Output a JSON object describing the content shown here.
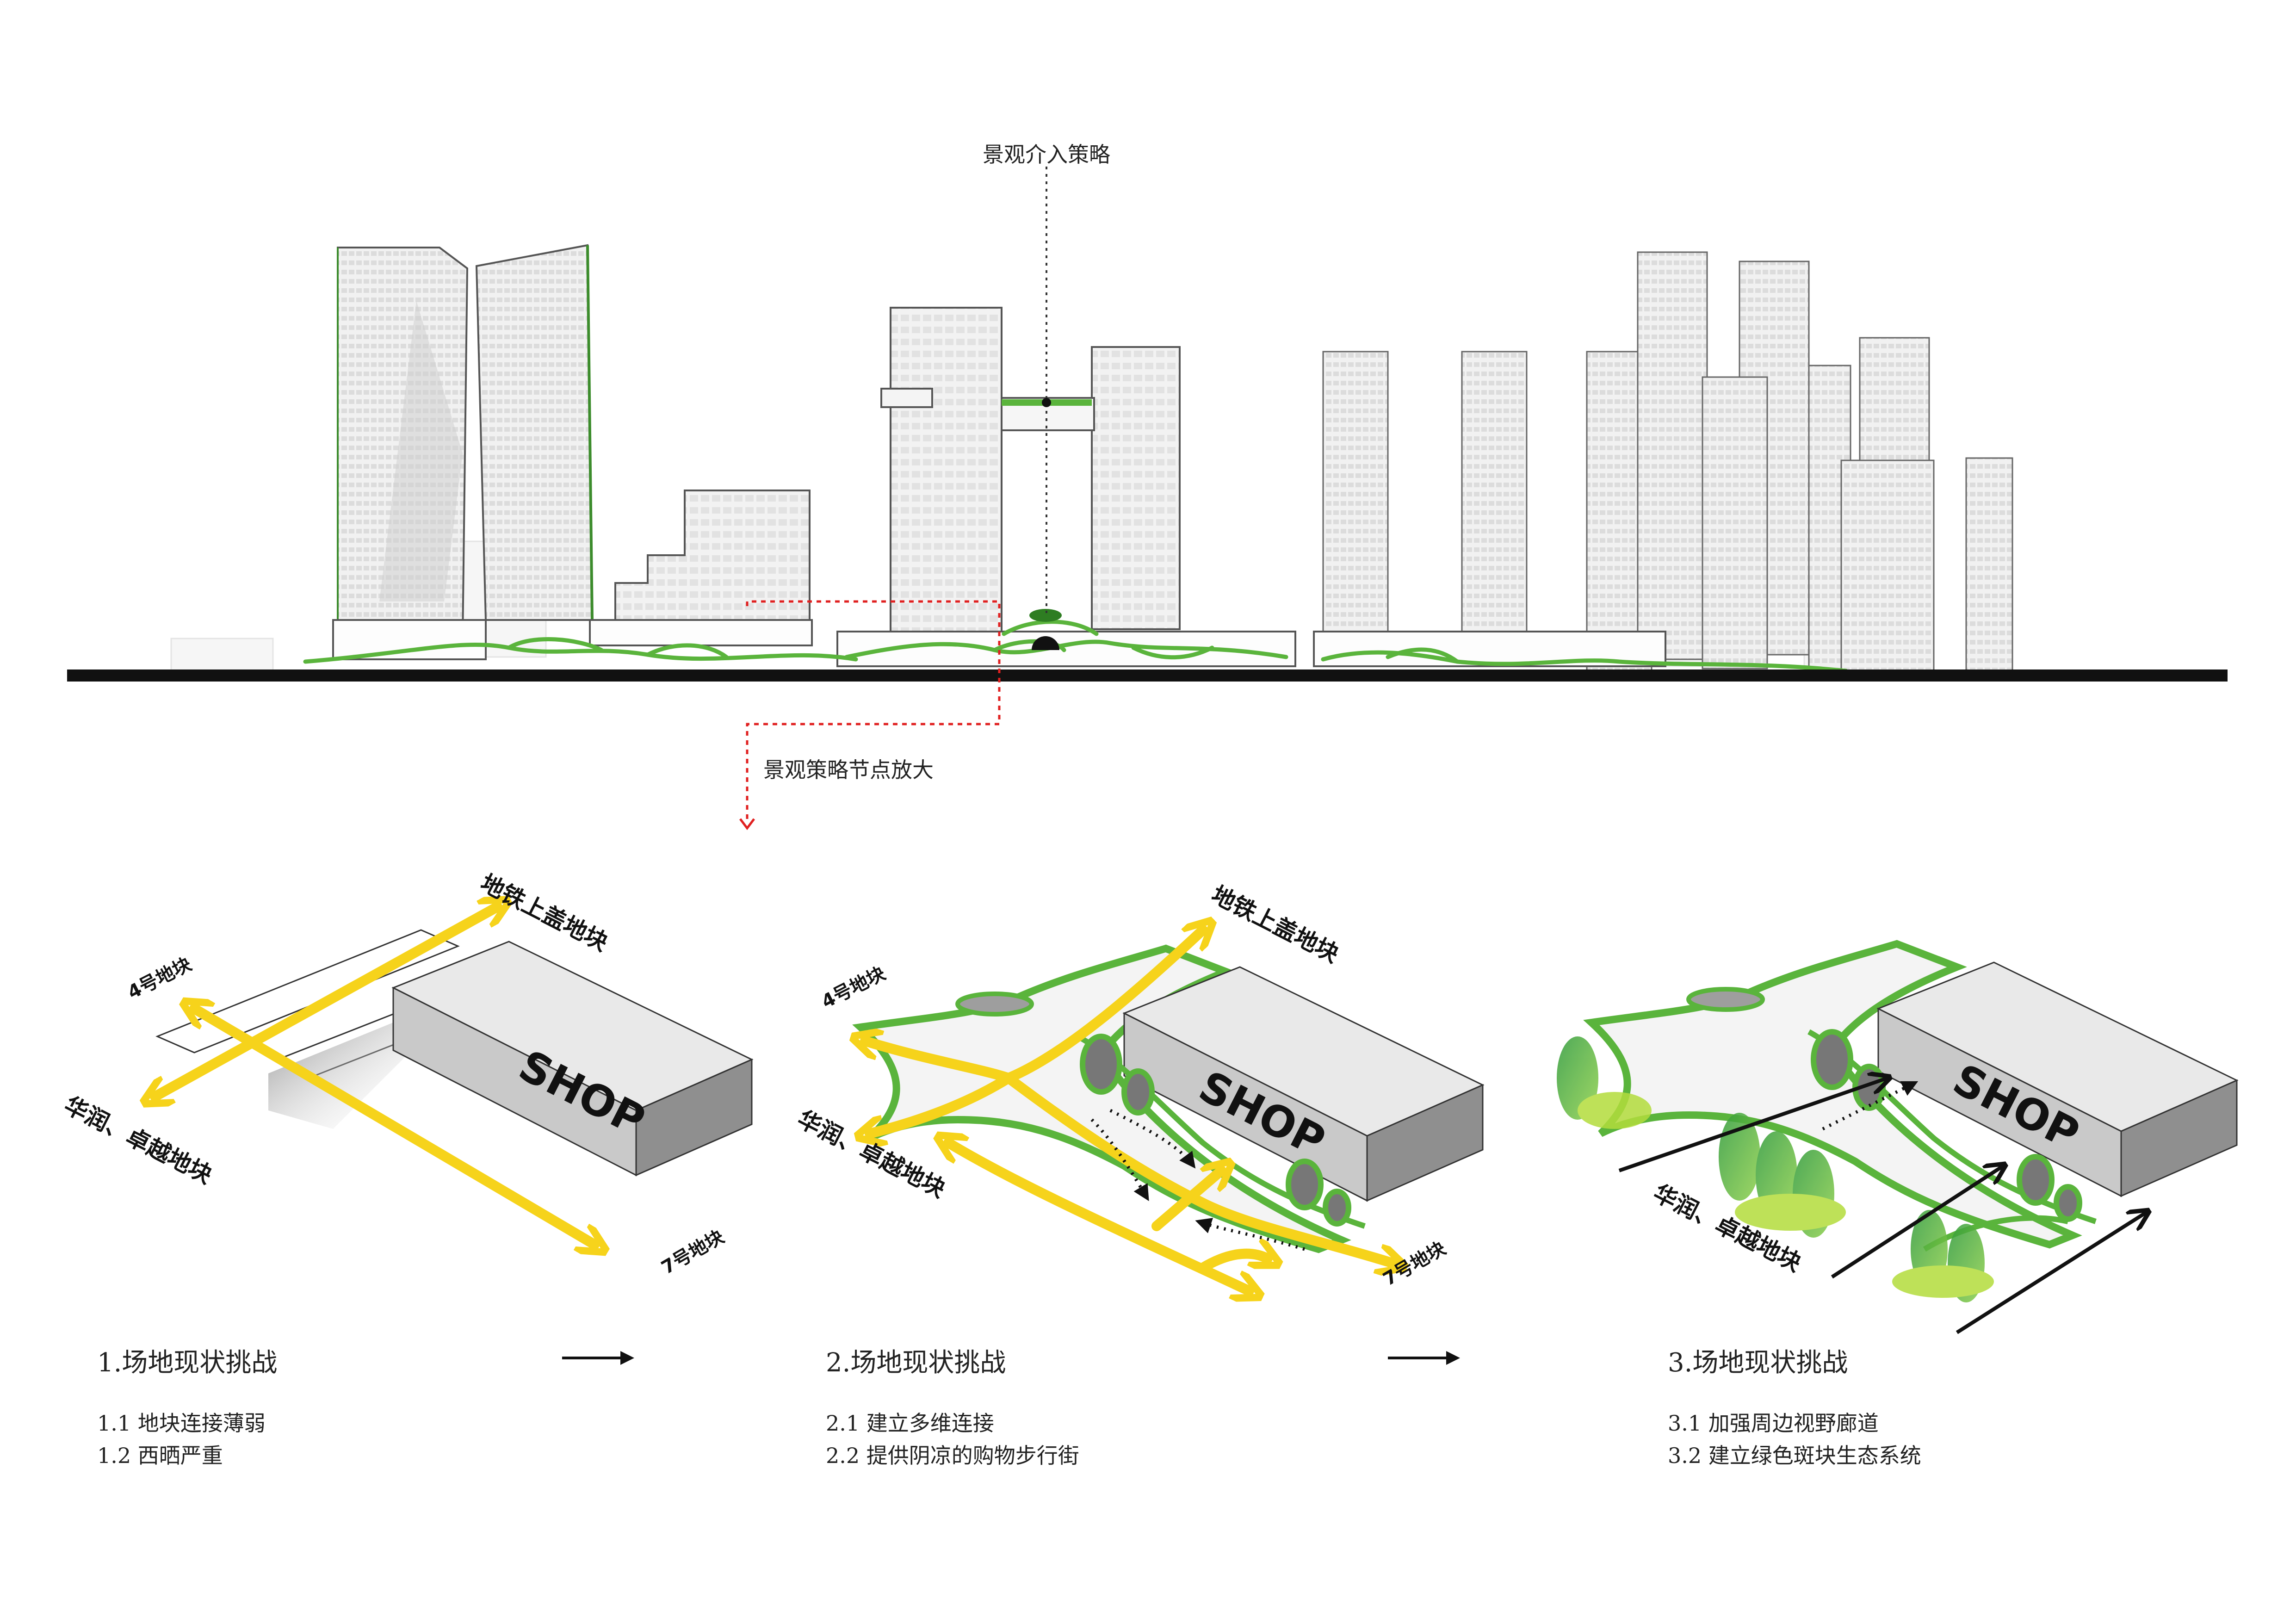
{
  "elevation": {
    "callout_top": "景观介入策略",
    "callout_zoom": "景观策略节点放大"
  },
  "colors": {
    "green": "#5ab43c",
    "yellow": "#f6d31b",
    "ground": "#111111",
    "red_dash": "#e02020"
  },
  "panels": [
    {
      "shop": "SHOP",
      "labels": {
        "subway": "地铁上盖地块",
        "block4": "4号地块",
        "block7": "7号地块",
        "huarun": "华润、卓越地块"
      },
      "title": "1.场地现状挑战",
      "items": [
        "1.1 地块连接薄弱",
        "1.2 西晒严重"
      ]
    },
    {
      "shop": "SHOP",
      "labels": {
        "subway": "地铁上盖地块",
        "block4": "4号地块",
        "block7": "7号地块",
        "huarun": "华润、卓越地块"
      },
      "title": "2.场地现状挑战",
      "items": [
        "2.1 建立多维连接",
        "2.2 提供阴凉的购物步行街"
      ]
    },
    {
      "shop": "SHOP",
      "labels": {
        "huarun": "华润、卓越地块"
      },
      "title": "3.场地现状挑战",
      "items": [
        "3.1 加强周边视野廊道",
        "3.2 建立绿色斑块生态系统"
      ]
    }
  ],
  "arrows_between_panels": 2
}
